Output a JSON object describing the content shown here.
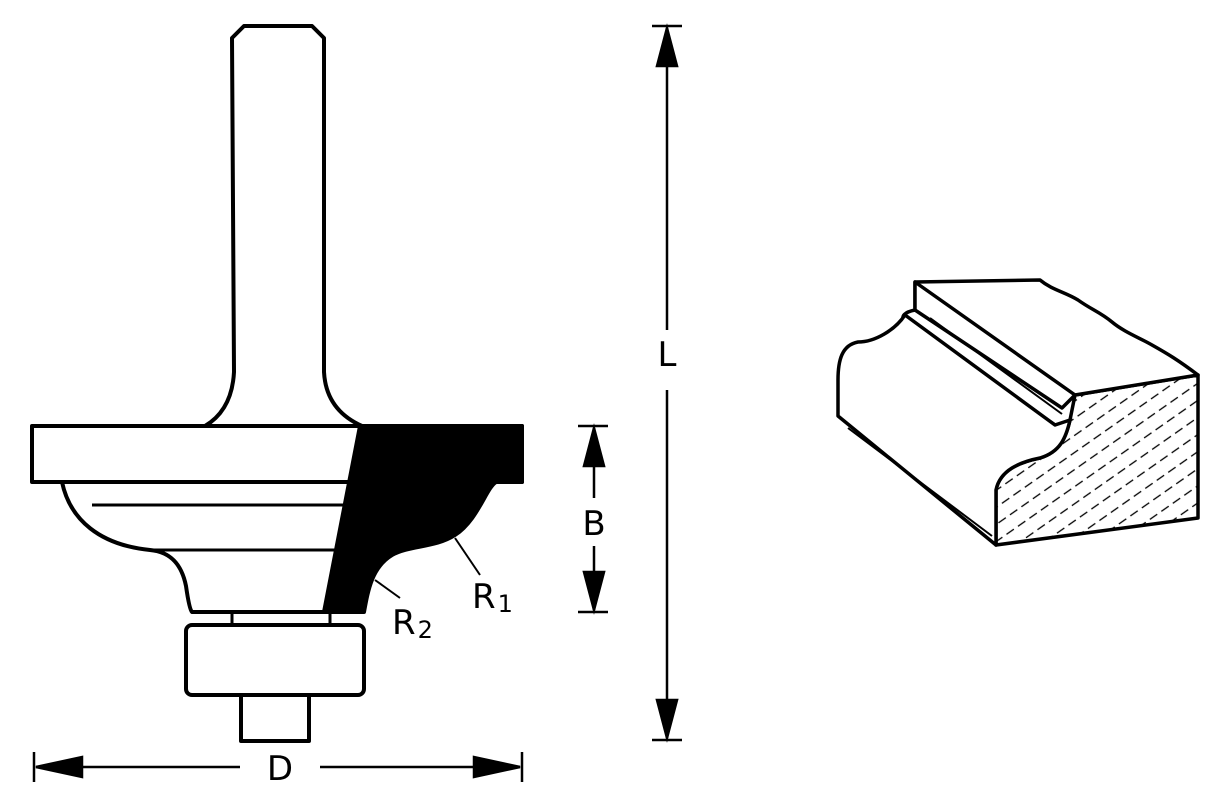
{
  "labels": {
    "length": "L",
    "diameter": "D",
    "cut_height": "B",
    "radius_1": "R",
    "radius_1_sub": "1",
    "radius_2": "R",
    "radius_2_sub": "2"
  },
  "colors": {
    "ink": "#000000",
    "paper": "#ffffff"
  }
}
